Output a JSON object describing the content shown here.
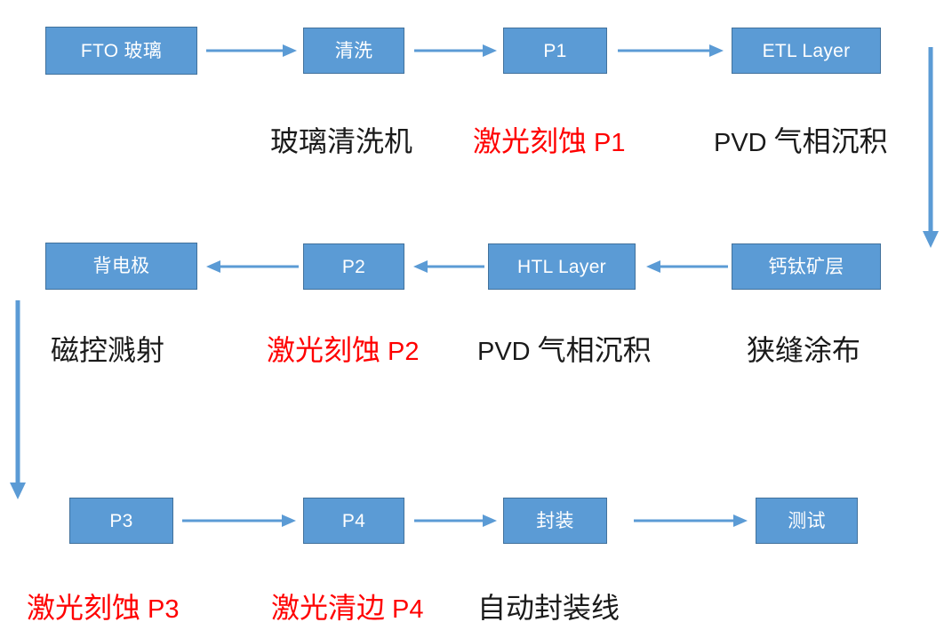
{
  "diagram": {
    "title": "Perovskite solar module production process flow",
    "colors": {
      "node_fill": "#5B9BD5",
      "node_border": "#41719C",
      "node_text": "#FFFFFF",
      "arrow": "#5B9BD5",
      "caption_default": "#1a1a1a",
      "caption_highlight": "#FF0000",
      "background": "#FFFFFF"
    },
    "rows": [
      {
        "id": "row-1",
        "direction": "left-to-right",
        "nodes": [
          {
            "id": "fto-glass",
            "label": "FTO 玻璃"
          },
          {
            "id": "clean",
            "label": "清洗"
          },
          {
            "id": "p1",
            "label": "P1"
          },
          {
            "id": "etl-layer",
            "label": "ETL Layer"
          }
        ],
        "captions": [
          {
            "id": "caption-glass-washer",
            "cn": "玻璃清洗机",
            "latin": "",
            "highlight": false
          },
          {
            "id": "caption-laser-scribe-p1",
            "cn": "激光刻蚀 ",
            "latin": "P1",
            "highlight": true
          },
          {
            "id": "caption-pvd-1",
            "cn": "",
            "latin": "PVD",
            "cn_tail": " 气相沉积",
            "highlight": false
          }
        ]
      },
      {
        "id": "row-2",
        "direction": "right-to-left",
        "nodes": [
          {
            "id": "back-electrode",
            "label": "背电极"
          },
          {
            "id": "p2",
            "label": "P2"
          },
          {
            "id": "htl-layer",
            "label": "HTL Layer"
          },
          {
            "id": "perovskite-layer",
            "label": "钙钛矿层"
          }
        ],
        "captions": [
          {
            "id": "caption-magnetron-sputtering",
            "cn": "磁控溅射",
            "latin": "",
            "highlight": false
          },
          {
            "id": "caption-laser-scribe-p2",
            "cn": "激光刻蚀 ",
            "latin": "P2",
            "highlight": true
          },
          {
            "id": "caption-pvd-2",
            "cn": "",
            "latin": "PVD",
            "cn_tail": " 气相沉积",
            "highlight": false
          },
          {
            "id": "caption-slot-die-coating",
            "cn": "狭缝涂布",
            "latin": "",
            "highlight": false
          }
        ]
      },
      {
        "id": "row-3",
        "direction": "left-to-right",
        "nodes": [
          {
            "id": "p3",
            "label": "P3"
          },
          {
            "id": "p4",
            "label": "P4"
          },
          {
            "id": "encapsulation",
            "label": "封装"
          },
          {
            "id": "test",
            "label": "测试"
          }
        ],
        "captions": [
          {
            "id": "caption-laser-scribe-p3",
            "cn": "激光刻蚀 ",
            "latin": "P3",
            "highlight": true
          },
          {
            "id": "caption-laser-edge-clean-p4",
            "cn": "激光清边 ",
            "latin": "P4",
            "highlight": true
          },
          {
            "id": "caption-auto-encapsulation-line",
            "cn": "自动封装线",
            "latin": "",
            "highlight": false
          }
        ]
      }
    ],
    "connectors": [
      {
        "id": "arrow-fto-to-clean",
        "type": "horizontal-right"
      },
      {
        "id": "arrow-clean-to-p1",
        "type": "horizontal-right"
      },
      {
        "id": "arrow-p1-to-etl",
        "type": "horizontal-right"
      },
      {
        "id": "arrow-etl-down-to-perovskite",
        "type": "vertical-down"
      },
      {
        "id": "arrow-perovskite-to-htl",
        "type": "horizontal-left"
      },
      {
        "id": "arrow-htl-to-p2",
        "type": "horizontal-left"
      },
      {
        "id": "arrow-p2-to-back-electrode",
        "type": "horizontal-left"
      },
      {
        "id": "arrow-back-electrode-down-to-p3",
        "type": "vertical-down"
      },
      {
        "id": "arrow-p3-to-p4",
        "type": "horizontal-right"
      },
      {
        "id": "arrow-p4-to-encapsulation",
        "type": "horizontal-right"
      },
      {
        "id": "arrow-encapsulation-to-test",
        "type": "horizontal-right"
      }
    ]
  }
}
